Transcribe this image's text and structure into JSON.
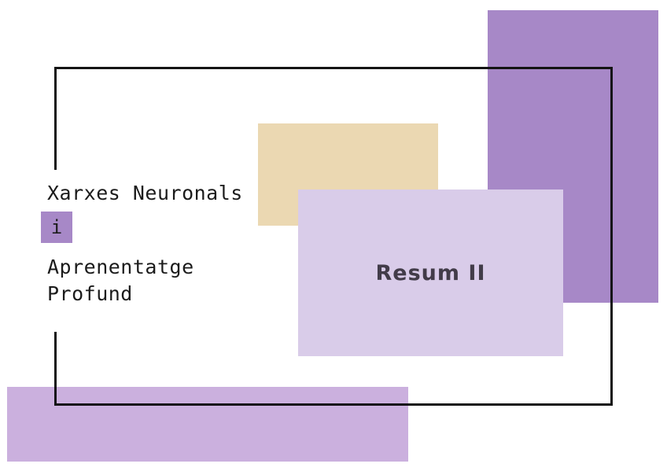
{
  "slide": {
    "title_line1": "Xarxes Neuronals",
    "title_connector": "i",
    "title_line2": "Aprenentatge",
    "title_line3": "Profund",
    "card_label": "Resum II"
  },
  "colors": {
    "accent_purple": "#a788c7",
    "card_lavender": "#d9cce9",
    "bottom_lavender": "#cbb0de",
    "tan": "#ebd8b2",
    "frame_black": "#141414",
    "title_text": "#1b1b1b",
    "card_text": "#423c49"
  }
}
